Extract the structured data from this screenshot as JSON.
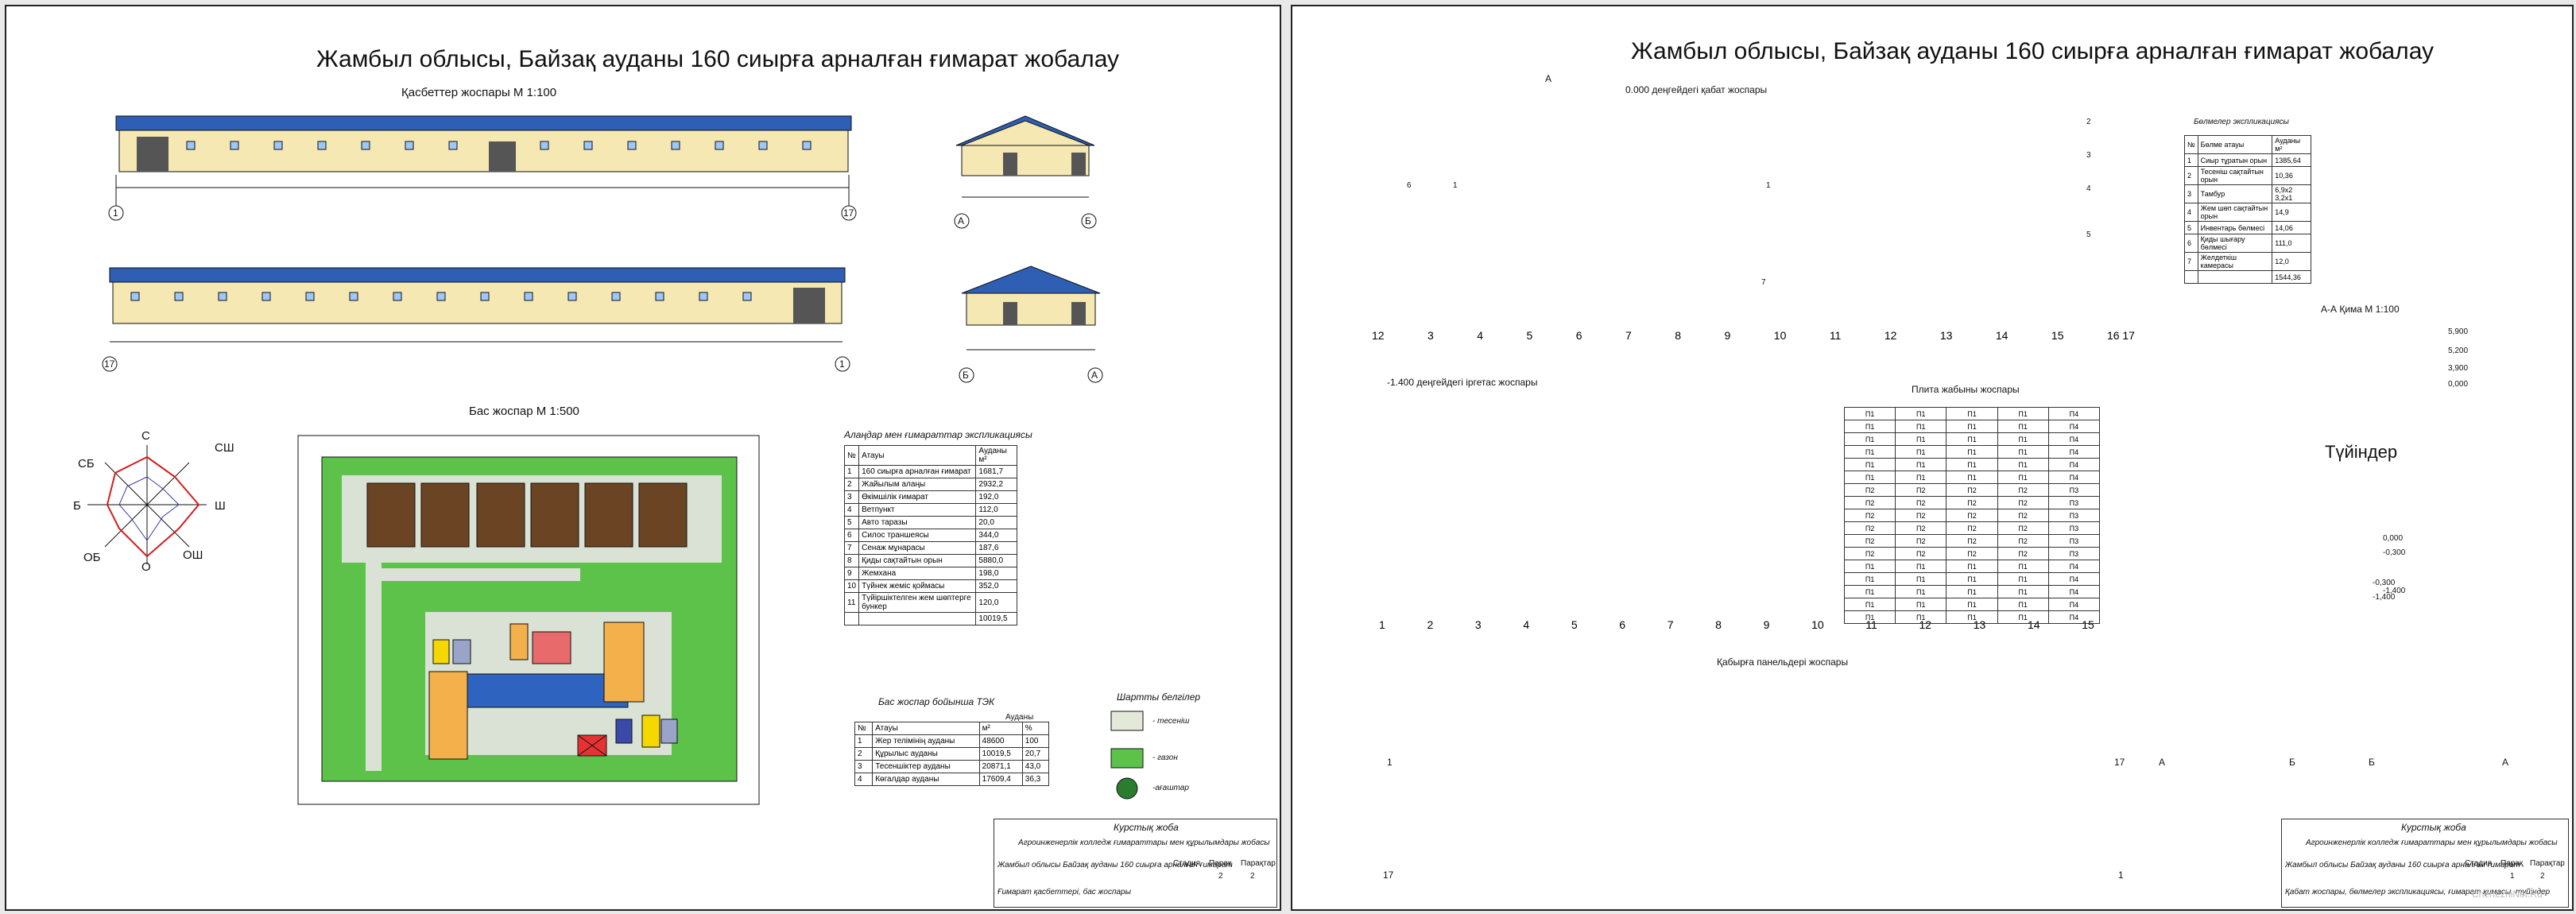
{
  "left_sheet": {
    "title": "Жамбыл облысы, Байзақ ауданы 160 сиырға арналған ғимарат жобалау",
    "facades_title": "Қасбеттер жоспары М 1:100",
    "site_plan_title": "Бас жоспар М 1:500",
    "axis_labels": {
      "a1": "1",
      "a17": "17",
      "b17": "17",
      "b1": "1",
      "A": "А",
      "B": "Б",
      "B2": "Б",
      "A2": "А"
    },
    "compass": {
      "n": "С",
      "ne": "СШ",
      "e": "Ш",
      "se": "ОШ",
      "s": "О",
      "sw": "ОБ",
      "w": "Б",
      "nw": "СБ"
    },
    "buildings_table": {
      "title": "Алаңдар мен ғимараттар экспликациясы",
      "headers": [
        "№",
        "Атауы",
        "Ауданы м²"
      ],
      "rows": [
        [
          "1",
          "160 сиырға арналған ғимарат",
          "1681,7"
        ],
        [
          "2",
          "Жайылым алаңы",
          "2932,2"
        ],
        [
          "3",
          "Өкімшілік ғимарат",
          "192,0"
        ],
        [
          "4",
          "Ветпункт",
          "112,0"
        ],
        [
          "5",
          "Авто таразы",
          "20,0"
        ],
        [
          "6",
          "Силос траншеясы",
          "344,0"
        ],
        [
          "7",
          "Сенаж мұнарасы",
          "187,6"
        ],
        [
          "8",
          "Қиды сақтайтын орын",
          "5880,0"
        ],
        [
          "9",
          "Жемхана",
          "198,0"
        ],
        [
          "10",
          "Түйнек жеміс қоймасы",
          "352,0"
        ],
        [
          "11",
          "Түйіршіктелген жем шөптерге бункер",
          "120,0"
        ],
        [
          "",
          "",
          "10019,5"
        ]
      ]
    },
    "tek_table": {
      "title": "Бас жоспар бойынша ТЭК",
      "headers": [
        "№",
        "Атауы",
        "м²",
        "%"
      ],
      "header_top": "Ауданы",
      "rows": [
        [
          "1",
          "Жер телімінің ауданы",
          "48600",
          "100"
        ],
        [
          "2",
          "Құрылыс ауданы",
          "10019,5",
          "20,7"
        ],
        [
          "3",
          "Тесеншіктер ауданы",
          "20871,1",
          "43,0"
        ],
        [
          "4",
          "Көгалдар ауданы",
          "17609,4",
          "36,3"
        ]
      ]
    },
    "legend": {
      "title": "Шартты белгілер",
      "item1": "- тесеніш",
      "item2": "- газон",
      "item3": "-ағаштар"
    },
    "stamp": {
      "project": "Курстық жоба",
      "faculty": "Агроинженерлік колледж ғимараттары мен құрылымдары жобасы",
      "building": "Жамбыл облысы Байзақ ауданы 160 сиырға арналған ғимарат",
      "sheet_desc": "Ғимарат қасбеттері, бас жоспары",
      "stage": "Стадия",
      "sheet": "Парақ",
      "sheets": "Парақтар",
      "stage_v": "",
      "sheet_v": "2",
      "sheets_v": "2"
    }
  },
  "right_sheet": {
    "title": "Жамбыл облысы, Байзақ ауданы 160 сиырға арналған ғимарат жобалау",
    "floor_plan_title": "0.000 деңгейдегі қабат жоспары",
    "found_plan_title": "-1.400 деңгейдегі іргетас жоспары",
    "slab_plan_title": "Плита жабыны жоспары",
    "section_title": "А-А Қима М 1:100",
    "nodes_title": "Түйіндер",
    "wall_panels_title": "Қабырға панельдері жоспары",
    "cut_mark": "А",
    "rooms_table": {
      "title": "Бөлмелер экспликациясы",
      "headers": [
        "№",
        "Бөлме атауы",
        "Ауданы м²"
      ],
      "rows": [
        [
          "1",
          "Сиыр тұратын орын",
          "1385,64"
        ],
        [
          "2",
          "Тесеніш сақтайтын орын",
          "10,36"
        ],
        [
          "3",
          "Тамбур",
          "6,9x2 3,2x1"
        ],
        [
          "4",
          "Жем шөп сақтайтын орын",
          "14,9"
        ],
        [
          "5",
          "Инвентарь бөлмесі",
          "14,06"
        ],
        [
          "6",
          "Қиды шығару бөлмесі",
          "111,0"
        ],
        [
          "7",
          "Желдеткіш камерасы",
          "12,0"
        ],
        [
          "",
          "",
          "1544,36"
        ]
      ]
    },
    "slab_rows": [
      [
        "П1",
        "П1",
        "П1",
        "П1",
        "П4"
      ],
      [
        "П1",
        "П1",
        "П1",
        "П1",
        "П4"
      ],
      [
        "П1",
        "П1",
        "П1",
        "П1",
        "П4"
      ],
      [
        "П1",
        "П1",
        "П1",
        "П1",
        "П4"
      ],
      [
        "П1",
        "П1",
        "П1",
        "П1",
        "П4"
      ],
      [
        "П1",
        "П1",
        "П1",
        "П1",
        "П4"
      ],
      [
        "П2",
        "П2",
        "П2",
        "П2",
        "П3"
      ],
      [
        "П2",
        "П2",
        "П2",
        "П2",
        "П3"
      ],
      [
        "П2",
        "П2",
        "П2",
        "П2",
        "П3"
      ],
      [
        "П2",
        "П2",
        "П2",
        "П2",
        "П3"
      ],
      [
        "П2",
        "П2",
        "П2",
        "П2",
        "П3"
      ],
      [
        "П2",
        "П2",
        "П2",
        "П2",
        "П3"
      ],
      [
        "П1",
        "П1",
        "П1",
        "П1",
        "П4"
      ],
      [
        "П1",
        "П1",
        "П1",
        "П1",
        "П4"
      ],
      [
        "П1",
        "П1",
        "П1",
        "П1",
        "П4"
      ],
      [
        "П1",
        "П1",
        "П1",
        "П1",
        "П4"
      ],
      [
        "П1",
        "П1",
        "П1",
        "П1",
        "П4"
      ]
    ],
    "floor_axes": [
      "12",
      "3",
      "4",
      "5",
      "6",
      "7",
      "8",
      "9",
      "10",
      "11",
      "12",
      "13",
      "14",
      "15",
      "16 17"
    ],
    "found_axes": [
      "1",
      "2",
      "3",
      "4",
      "5",
      "6",
      "7",
      "8",
      "9",
      "10",
      "11",
      "12",
      "13",
      "14",
      "15"
    ],
    "wall_axes": {
      "w1": "1",
      "w17": "17",
      "w17b": "17",
      "w1b": "1",
      "sA": "А",
      "sB": "Б",
      "sB2": "Б",
      "sA2": "А"
    },
    "room_numbers": [
      "6",
      "1",
      "2",
      "3",
      "4",
      "5",
      "7",
      "1"
    ],
    "elevations": [
      "5,900",
      "5,200",
      "3,900",
      "0,000",
      "-0,300",
      "-1,400",
      "0,000",
      "-0,300",
      "-1,400"
    ],
    "stamp": {
      "project": "Курстық жоба",
      "faculty": "Агроинженерлік колледж ғимараттары мен құрылымдары жобасы",
      "building": "Жамбыл облысы Байзақ ауданы 160 сиырға арналған ғимарат",
      "sheet_desc": "Қабат жоспары, бөлмелер экспликациясы, ғимарат қимасы, түйіндер",
      "stage": "Стадия",
      "sheet": "Парақ",
      "sheets": "Парақтар",
      "stage_v": "",
      "sheet_v": "1",
      "sheets_v": "2"
    },
    "watermark": "ChertezhiNet.Ru"
  },
  "colors": {
    "roof": "#2e5fb5",
    "wall": "#f5e8b2",
    "grass": "#5cc24a",
    "pasture": "#6b4423",
    "path": "#d9e2d4",
    "barn": "#2f63c0",
    "orange": "#f4b04a",
    "red": "#e63232"
  }
}
